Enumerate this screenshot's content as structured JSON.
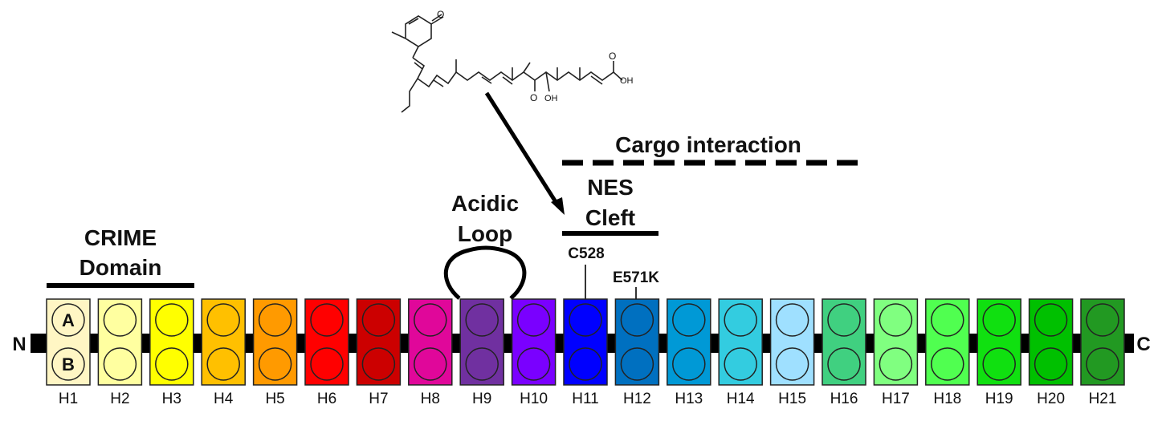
{
  "molecule": {
    "label_o": "O",
    "label_oh1": "OH",
    "label_o2": "O",
    "label_oh2": "OH"
  },
  "termini": {
    "n_label": "N",
    "c_label": "C"
  },
  "crime": {
    "line1": "CRIME",
    "line2": "Domain"
  },
  "acidic": {
    "line1": "Acidic",
    "line2": "Loop"
  },
  "nes": {
    "line1": "NES",
    "line2": "Cleft"
  },
  "cargo": {
    "label": "Cargo interaction"
  },
  "residues": {
    "c528": "C528",
    "e571k": "E571K"
  },
  "helices": [
    {
      "label": "H1",
      "color": "#fff6c4",
      "circle_a": "A",
      "circle_b": "B"
    },
    {
      "label": "H2",
      "color": "#ffffa0"
    },
    {
      "label": "H3",
      "color": "#ffff00"
    },
    {
      "label": "H4",
      "color": "#ffc000"
    },
    {
      "label": "H5",
      "color": "#ff9a00"
    },
    {
      "label": "H6",
      "color": "#ff0000"
    },
    {
      "label": "H7",
      "color": "#cc0000"
    },
    {
      "label": "H8",
      "color": "#e0079a"
    },
    {
      "label": "H9",
      "color": "#7030a0"
    },
    {
      "label": "H10",
      "color": "#7a00ff"
    },
    {
      "label": "H11",
      "color": "#0000ff"
    },
    {
      "label": "H12",
      "color": "#0070c0"
    },
    {
      "label": "H13",
      "color": "#0099d6"
    },
    {
      "label": "H14",
      "color": "#33cce0"
    },
    {
      "label": "H15",
      "color": "#9fe0ff"
    },
    {
      "label": "H16",
      "color": "#40d080"
    },
    {
      "label": "H17",
      "color": "#80ff80"
    },
    {
      "label": "H18",
      "color": "#50ff50"
    },
    {
      "label": "H19",
      "color": "#10e010"
    },
    {
      "label": "H20",
      "color": "#00c000"
    },
    {
      "label": "H21",
      "color": "#229922"
    }
  ]
}
